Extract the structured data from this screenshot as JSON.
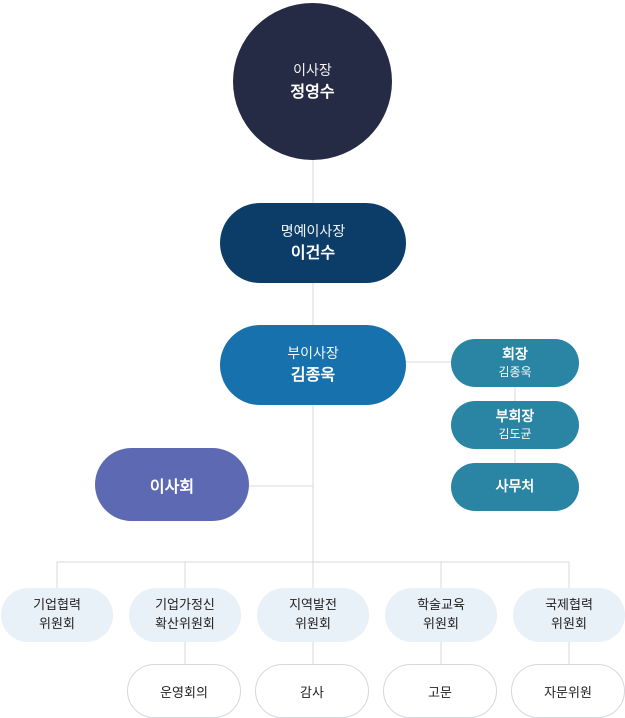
{
  "chairman": {
    "role": "이사장",
    "name": "정영수"
  },
  "honorary_chairman": {
    "role": "명예이사장",
    "name": "이건수"
  },
  "vice_chairman": {
    "role": "부이사장",
    "name": "김종욱"
  },
  "board": {
    "label": "이사회"
  },
  "right_branch": [
    {
      "title": "회장",
      "name": "김종욱"
    },
    {
      "title": "부회장",
      "name": "김도균"
    },
    {
      "title": "사무처",
      "name": ""
    }
  ],
  "committees": [
    {
      "label": "기업협력\n위원회"
    },
    {
      "label": "기업가정신\n확산위원회"
    },
    {
      "label": "지역발전\n위원회"
    },
    {
      "label": "학술교육\n위원회"
    },
    {
      "label": "국제협력\n위원회"
    }
  ],
  "sub_units": [
    {
      "label": "운영회의"
    },
    {
      "label": "감사"
    },
    {
      "label": "고문"
    },
    {
      "label": "자문위원"
    }
  ],
  "colors": {
    "chairman": "#262b45",
    "honorary": "#0c3d68",
    "vice": "#1671ad",
    "board": "#5d6ab3",
    "right_branch": "#2a84a3",
    "committee_bg": "#e8f0f8",
    "line": "#d5d9de"
  }
}
